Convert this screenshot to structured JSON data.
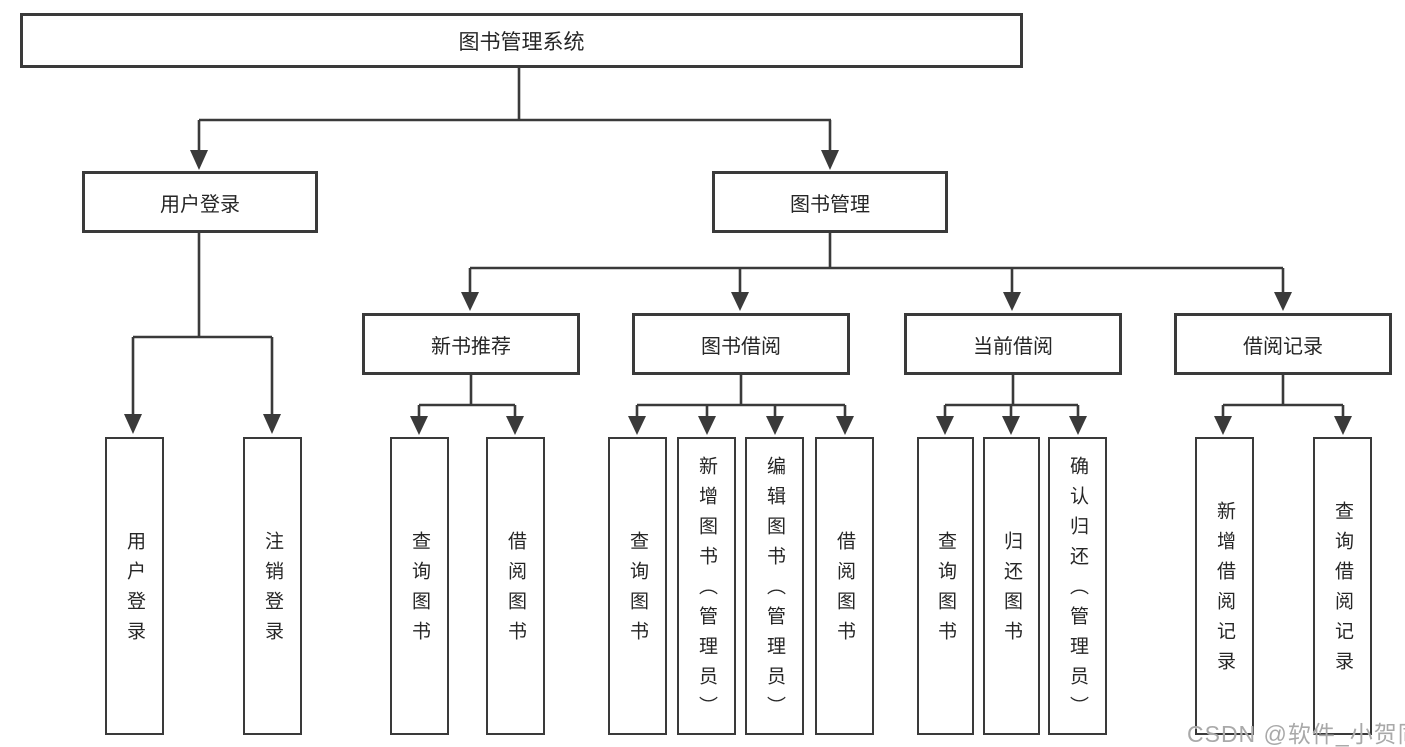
{
  "diagram": {
    "root": {
      "label": "图书管理系统"
    },
    "branches": [
      {
        "label": "用户登录",
        "children": [
          "用户登录",
          "注销登录"
        ]
      },
      {
        "label": "图书管理",
        "children_groups": [
          {
            "label": "新书推荐",
            "children": [
              "查询图书",
              "借阅图书"
            ]
          },
          {
            "label": "图书借阅",
            "children": [
              "查询图书",
              "新增图书（管理员）",
              "编辑图书（管理员）",
              "借阅图书"
            ]
          },
          {
            "label": "当前借阅",
            "children": [
              "查询图书",
              "归还图书",
              "确认归还（管理员）"
            ]
          },
          {
            "label": "借阅记录",
            "children": [
              "新增借阅记录",
              "查询借阅记录"
            ]
          }
        ]
      }
    ]
  },
  "watermark": {
    "text": "CSDN @软件_小贺同学"
  },
  "colors": {
    "line": "#3a3a3a",
    "text": "#262626",
    "background": "#ffffff",
    "watermark": "#a9a9a9"
  }
}
